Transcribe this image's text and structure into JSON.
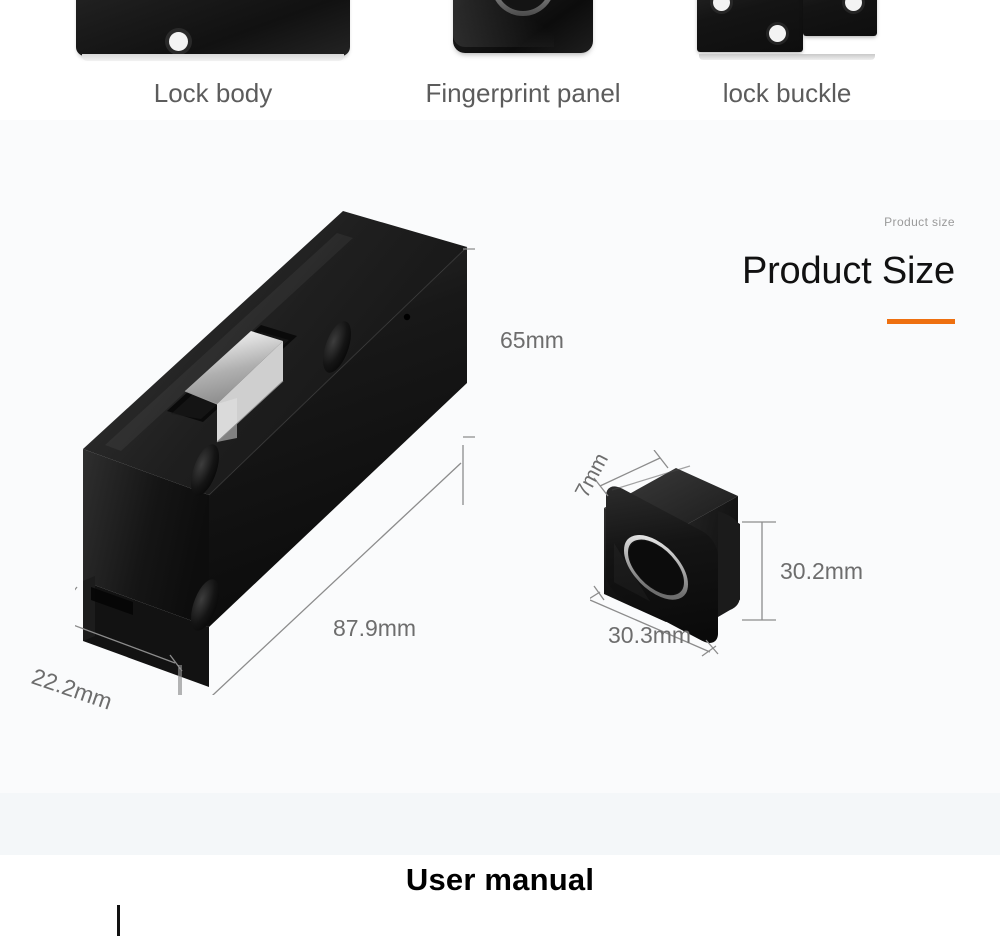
{
  "parts_strip": {
    "items": [
      {
        "caption": "Lock body",
        "icon": "lock-body-image"
      },
      {
        "caption": "Fingerprint panel",
        "icon": "fingerprint-panel-image"
      },
      {
        "caption": "lock buckle",
        "icon": "lock-buckle-image"
      }
    ]
  },
  "size_section": {
    "eyebrow": "Product size",
    "title": "Product Size",
    "accent_color": "#ee7010",
    "background": "#fafbfc",
    "lock_body": {
      "name": "lock-body-3d-render",
      "dimensions": {
        "height": "65mm",
        "length": "87.9mm",
        "depth": "22.2mm"
      }
    },
    "fingerprint_panel": {
      "name": "fingerprint-panel-3d-render",
      "dimensions": {
        "thickness": "7mm",
        "height": "30.2mm",
        "width": "30.3mm"
      }
    }
  },
  "divider_band": {
    "color": "#f4f7f9"
  },
  "manual_section": {
    "title": "User manual"
  }
}
